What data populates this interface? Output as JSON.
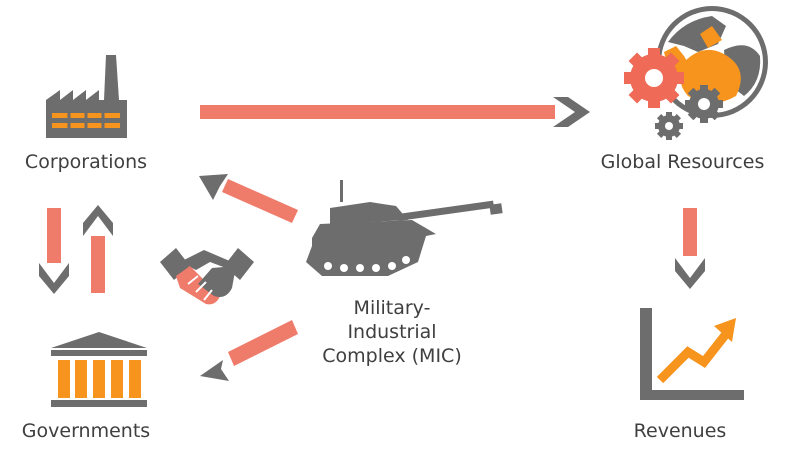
{
  "nodes": {
    "corporations": "Corporations",
    "global_resources": "Global Resources",
    "governments": "Governments",
    "revenues": "Revenues",
    "mic": {
      "line1": "Military-",
      "line2": "Industrial",
      "line3": "Complex (MIC)"
    }
  },
  "colors": {
    "arrow": "#ef7b6b",
    "arrow_head": "#6d6d6d",
    "icon_gray": "#6d6d6d",
    "accent_orange": "#f7941d",
    "gear_red": "#ef6a57",
    "text": "#3f3f3f"
  }
}
